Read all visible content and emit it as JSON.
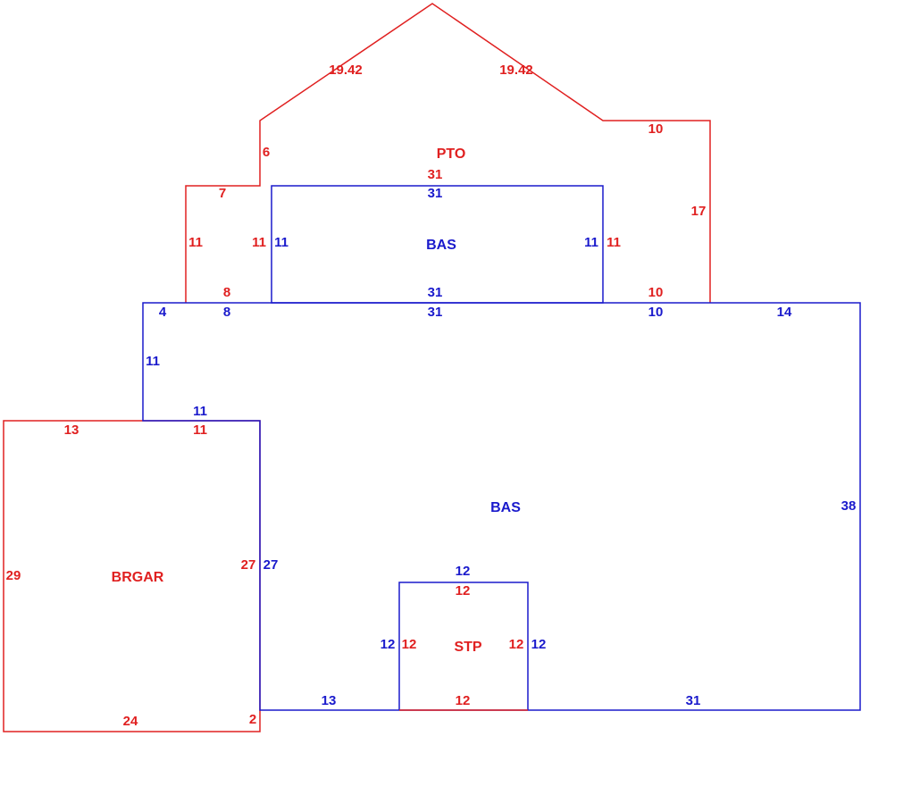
{
  "colors": {
    "red": "#e02020",
    "blue": "#1a1acc",
    "background": "#ffffff"
  },
  "areas": {
    "pto": "PTO",
    "bas_upper": "BAS",
    "bas_main": "BAS",
    "brgar": "BRGAR",
    "stp": "STP"
  },
  "dims": {
    "pto_roof_left": "19.42",
    "pto_roof_right": "19.42",
    "pto_top_right": "10",
    "pto_left_step": "6",
    "pto_right_side": "17",
    "pto_upper_left": "7",
    "pto_left_side": "11",
    "pto_inner_left": "11",
    "pto_inner_right": "11",
    "pto_top_inner": "31",
    "pto_bottom_inner": "31",
    "pto_bottom_left": "8",
    "pto_bottom_right": "10",
    "basu_top": "31",
    "basu_left": "11",
    "basu_right": "11",
    "basm_top_left": "4",
    "basm_top_seg": "8",
    "basm_top_mid": "31",
    "basm_top_seg2": "10",
    "basm_top_right": "14",
    "basm_left_upper": "11",
    "basm_step": "11",
    "basm_right": "38",
    "basm_left_lower": "27",
    "basm_bottom_left": "13",
    "basm_bottom_right": "31",
    "gar_top_left": "13",
    "gar_top_right": "11",
    "gar_left": "29",
    "gar_right": "27",
    "gar_bottom": "24",
    "gar_bottom_right": "2",
    "stp_top_outer": "12",
    "stp_top_inner": "12",
    "stp_left_outer": "12",
    "stp_left_inner": "12",
    "stp_right_inner": "12",
    "stp_right_outer": "12",
    "stp_bottom": "12"
  }
}
